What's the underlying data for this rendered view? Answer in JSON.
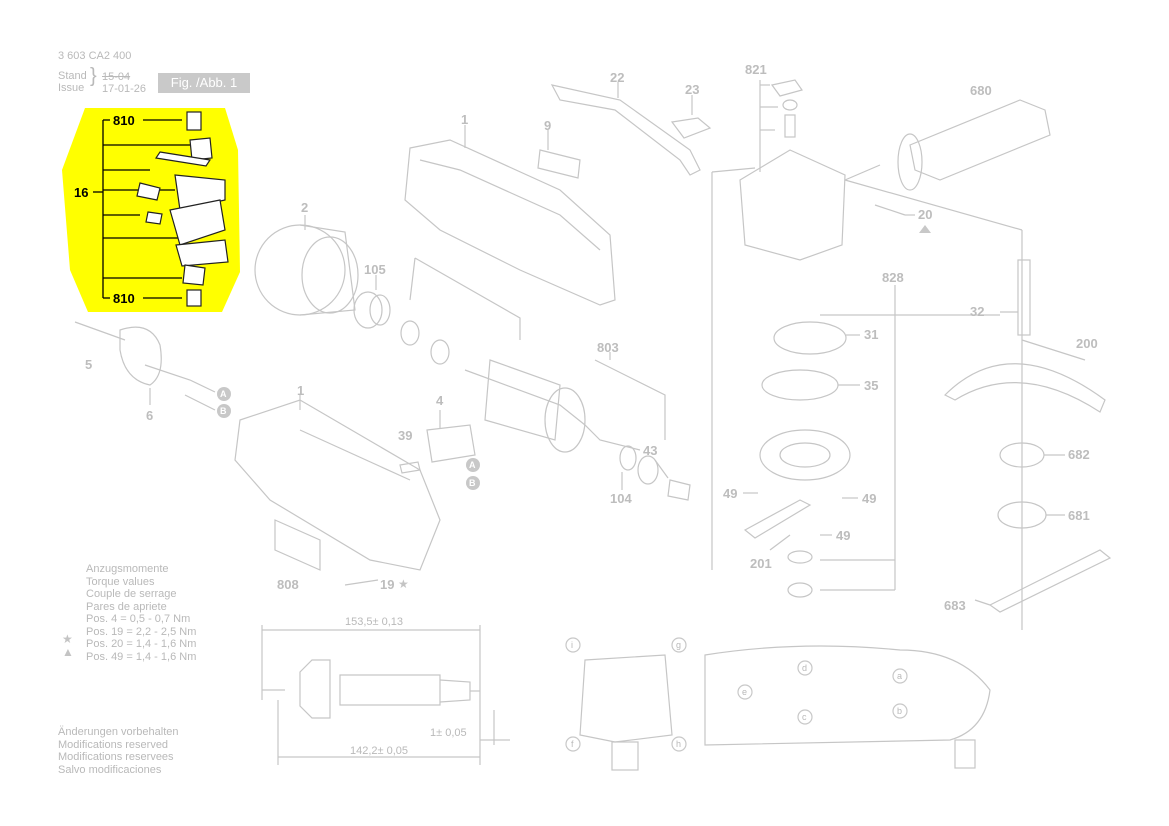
{
  "header": {
    "part_number": "3 603 CA2 400",
    "stand_label": "Stand",
    "issue_label": "Issue",
    "old_date": "15-04",
    "new_date": "17-01-26",
    "figure_label": "Fig. /Abb. 1"
  },
  "part_labels": {
    "p810_top": "810",
    "p810_bottom": "810",
    "p16": "16",
    "p5": "5",
    "p6": "6",
    "p1_top": "1",
    "p1_bottom": "1",
    "p2": "2",
    "p9": "9",
    "p22": "22",
    "p23": "23",
    "p105": "105",
    "p803": "803",
    "p4": "4",
    "p39": "39",
    "p43": "43",
    "p104": "104",
    "p808": "808",
    "p19": "19",
    "p821": "821",
    "p680": "680",
    "p20": "20",
    "p828": "828",
    "p32": "32",
    "p31": "31",
    "p35": "35",
    "p200": "200",
    "p49_left": "49",
    "p49_right": "49",
    "p49_lower": "49",
    "p682": "682",
    "p681": "681",
    "p201": "201",
    "p683": "683"
  },
  "circle_markers": {
    "a1": "A",
    "b1": "B",
    "a2": "A",
    "b2": "B",
    "i": "i",
    "g": "g",
    "f": "f",
    "h": "h",
    "d": "d",
    "e": "e",
    "c": "c",
    "a": "a",
    "b": "b"
  },
  "dimensions": {
    "overall": "153,5± 0,13",
    "inner": "142,2± 0,05",
    "tolerance": "1± 0,05"
  },
  "torque": {
    "title_de": "Anzugsmomente",
    "title_en": "Torque values",
    "title_fr": "Couple de serrage",
    "title_es": "Pares de apriete",
    "pos4": "Pos.   4 = 0,5 - 0,7 Nm",
    "pos19": "Pos. 19 = 2,2 - 2,5 Nm",
    "pos20": "Pos. 20 = 1,4 - 1,6 Nm",
    "pos49": "Pos. 49 = 1,4 - 1,6 Nm"
  },
  "modifications": {
    "de": "Änderungen vorbehalten",
    "en": "Modifications reserved",
    "fr": "Modifications reservees",
    "es": "Salvo modificaciones"
  },
  "colors": {
    "highlight": "#ffff00",
    "line_gray": "#c6c6c6",
    "label_gray": "#bdbdbd"
  }
}
